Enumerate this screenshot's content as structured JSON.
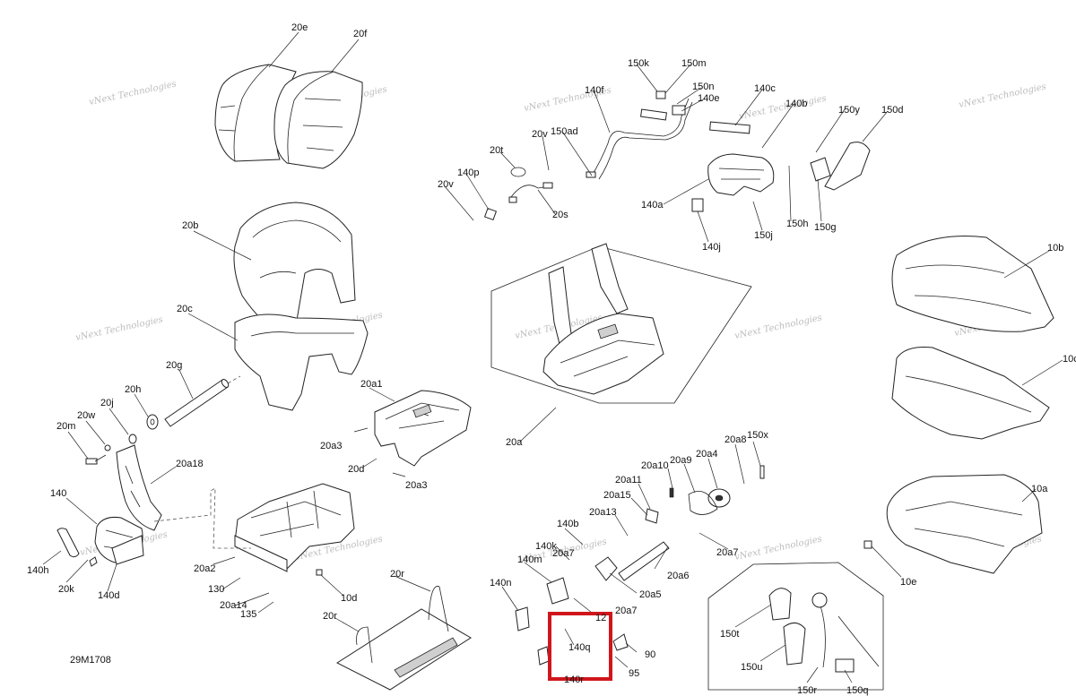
{
  "diagram": {
    "drawing_number": "29M1708",
    "watermark": "vNext Technologies",
    "highlight_color": "#d0161c",
    "highlighted_part": "140q",
    "callouts": {
      "c20e": "20e",
      "c20f": "20f",
      "c20b": "20b",
      "c20c": "20c",
      "c20g": "20g",
      "c20h": "20h",
      "c20j": "20j",
      "c20w": "20w",
      "c20m": "20m",
      "c20a18": "20a18",
      "c140": "140",
      "c140h": "140h",
      "c20k": "20k",
      "c140d": "140d",
      "c20a1": "20a1",
      "c20a3a": "20a3",
      "c20d": "20d",
      "c20a3b": "20a3",
      "c20a2": "20a2",
      "c130": "130",
      "c20a14": "20a14",
      "c135": "135",
      "c10d": "10d",
      "c20r": "20r",
      "c20r2": "20r",
      "c150k": "150k",
      "c150m": "150m",
      "c150n": "150n",
      "c140e": "140e",
      "c140f": "140f",
      "c140c": "140c",
      "c140b": "140b",
      "c150y": "150y",
      "c150d": "150d",
      "c150ad": "150ad",
      "c20v": "20v",
      "c20t": "20t",
      "c140p": "140p",
      "c20v2": "20v",
      "c20s": "20s",
      "c140a": "140a",
      "c140j": "140j",
      "c150j": "150j",
      "c150h": "150h",
      "c150g": "150g",
      "c10b": "10b",
      "c10c": "10c",
      "c20a": "20a",
      "c150x": "150x",
      "c20a8": "20a8",
      "c20a10": "20a10",
      "c20a9": "20a9",
      "c20a4": "20a4",
      "c20a11": "20a11",
      "c20a15": "20a15",
      "c20a13": "20a13",
      "c20a7": "20a7",
      "c10a": "10a",
      "c10e": "10e",
      "c140k": "140k",
      "c140b2": "140b",
      "c20a6": "20a6",
      "c140m": "140m",
      "c20a5": "20a5",
      "c20a7b": "20a7",
      "c140n": "140n",
      "c12": "12",
      "c140q": "140q",
      "c90": "90",
      "c95": "95",
      "c140r": "140r",
      "c150t": "150t",
      "c150u": "150u",
      "c150r": "150r",
      "c150q": "150q",
      "c20a7c": "20a7"
    }
  }
}
